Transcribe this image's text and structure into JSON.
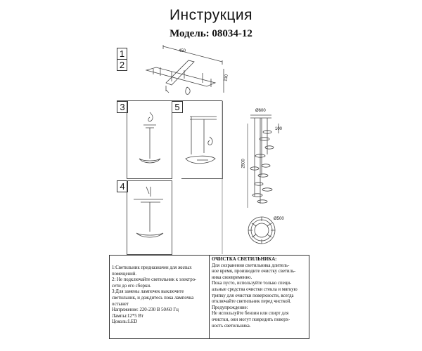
{
  "header": {
    "title": "Инструкция",
    "model": "Модель: 08034-12"
  },
  "steps": {
    "s1": "1",
    "s2": "2",
    "s3": "3",
    "s4": "4",
    "s5": "5"
  },
  "dimensions": {
    "frame_width": "450",
    "frame_depth": "130",
    "diameter": "Ø600",
    "height": "2500",
    "small": "100",
    "round_diameter": "Ø500"
  },
  "notes_left": [
    "1:Светильник предназначен для жилых",
    "помещений.",
    "2: Не подключайте светильник к электро-",
    "сети до его сборки.",
    "3:Для замены лампочек выключите",
    "светильник, и дождитесь пока лампочка",
    "остынет",
    "Напряжение: 220-230 В 50/60 Гц",
    "Лампы:12*5 Вт",
    "Цоколь:LED"
  ],
  "notes_right": [
    "ОЧИСТКА СВЕТИЛЬНИКА:",
    "Для сохранения светильника длитель-",
    "ное время, производите очистку светиль-",
    "ника своевременно.",
    "Пока пусто, используйте только специ-",
    "альные средства очистки стекла и мягкую",
    "тряпку для очистки поверхности, всегда",
    "отключайте светильник перед чисткой.",
    "Предупреждение:",
    "Не используйте бензин или спирт для",
    "очистки, они могут повредить поверх-",
    "ность светильника."
  ]
}
